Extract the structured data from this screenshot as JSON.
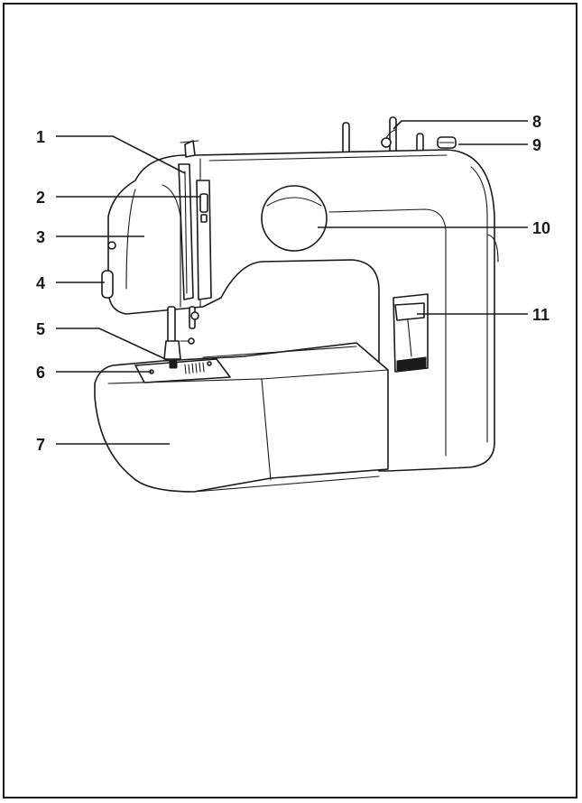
{
  "diagram": {
    "callouts": [
      {
        "id": "1",
        "label": "1"
      },
      {
        "id": "2",
        "label": "2"
      },
      {
        "id": "3",
        "label": "3"
      },
      {
        "id": "4",
        "label": "4"
      },
      {
        "id": "5",
        "label": "5"
      },
      {
        "id": "6",
        "label": "6"
      },
      {
        "id": "7",
        "label": "7"
      },
      {
        "id": "8",
        "label": "8"
      },
      {
        "id": "9",
        "label": "9"
      },
      {
        "id": "10",
        "label": "10"
      },
      {
        "id": "11",
        "label": "11"
      }
    ],
    "colors": {
      "ink": "#1a1a1a",
      "paper": "#ffffff"
    }
  }
}
